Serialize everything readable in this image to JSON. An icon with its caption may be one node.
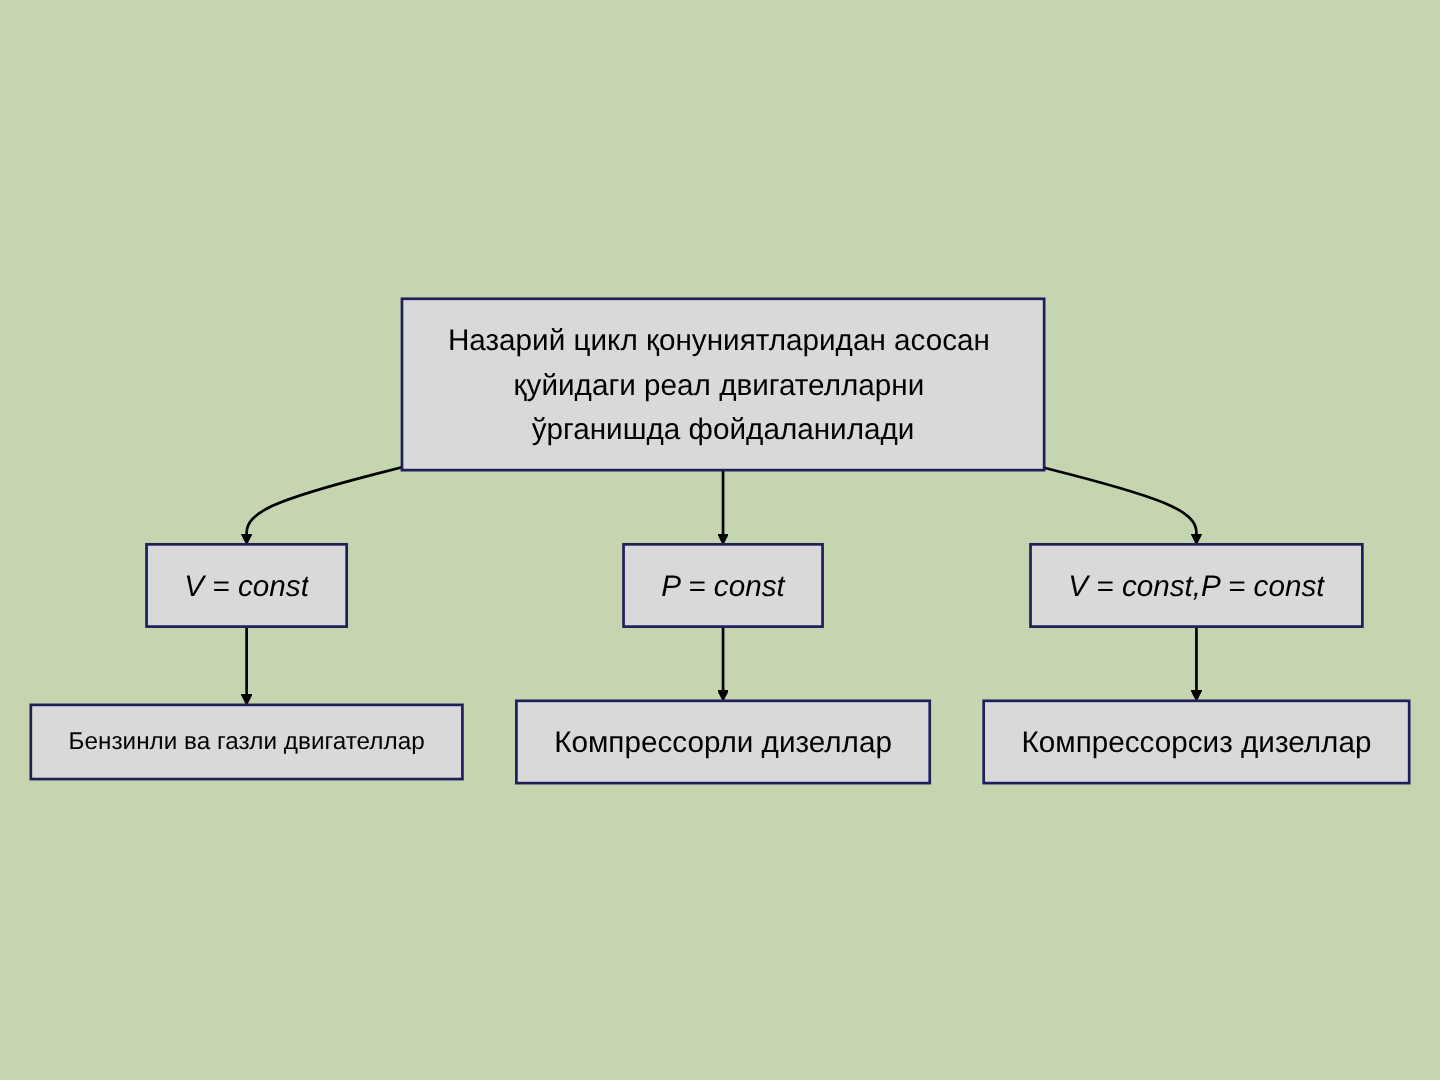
{
  "diagram": {
    "nodes": [
      {
        "text": [
          "Назарий цикл қонуниятларидан асосан қуйидаги реал двигателларни ўрганишда фойдаланилади"
        ]
      },
      {
        "text": [
          "V = const"
        ]
      },
      {
        "text": [
          "P = const"
        ]
      },
      {
        "text": [
          "V = const,P = const"
        ]
      },
      {
        "text": [
          "Бензинли ва газли двигателлар"
        ]
      },
      {
        "text": [
          "Компрессорли дизеллар"
        ]
      },
      {
        "text": [
          "Компрессорсиз дизеллар"
        ]
      }
    ],
    "edges": [
      {
        "from": 0,
        "to": 1,
        "arrow": "to"
      },
      {
        "from": 0,
        "to": 2,
        "arrow": "to"
      },
      {
        "from": 0,
        "to": 3,
        "arrow": "to"
      },
      {
        "from": 1,
        "to": 4,
        "arrow": "to"
      },
      {
        "from": 2,
        "to": 5,
        "arrow": "to"
      },
      {
        "from": 3,
        "to": 6,
        "arrow": "to"
      }
    ]
  }
}
